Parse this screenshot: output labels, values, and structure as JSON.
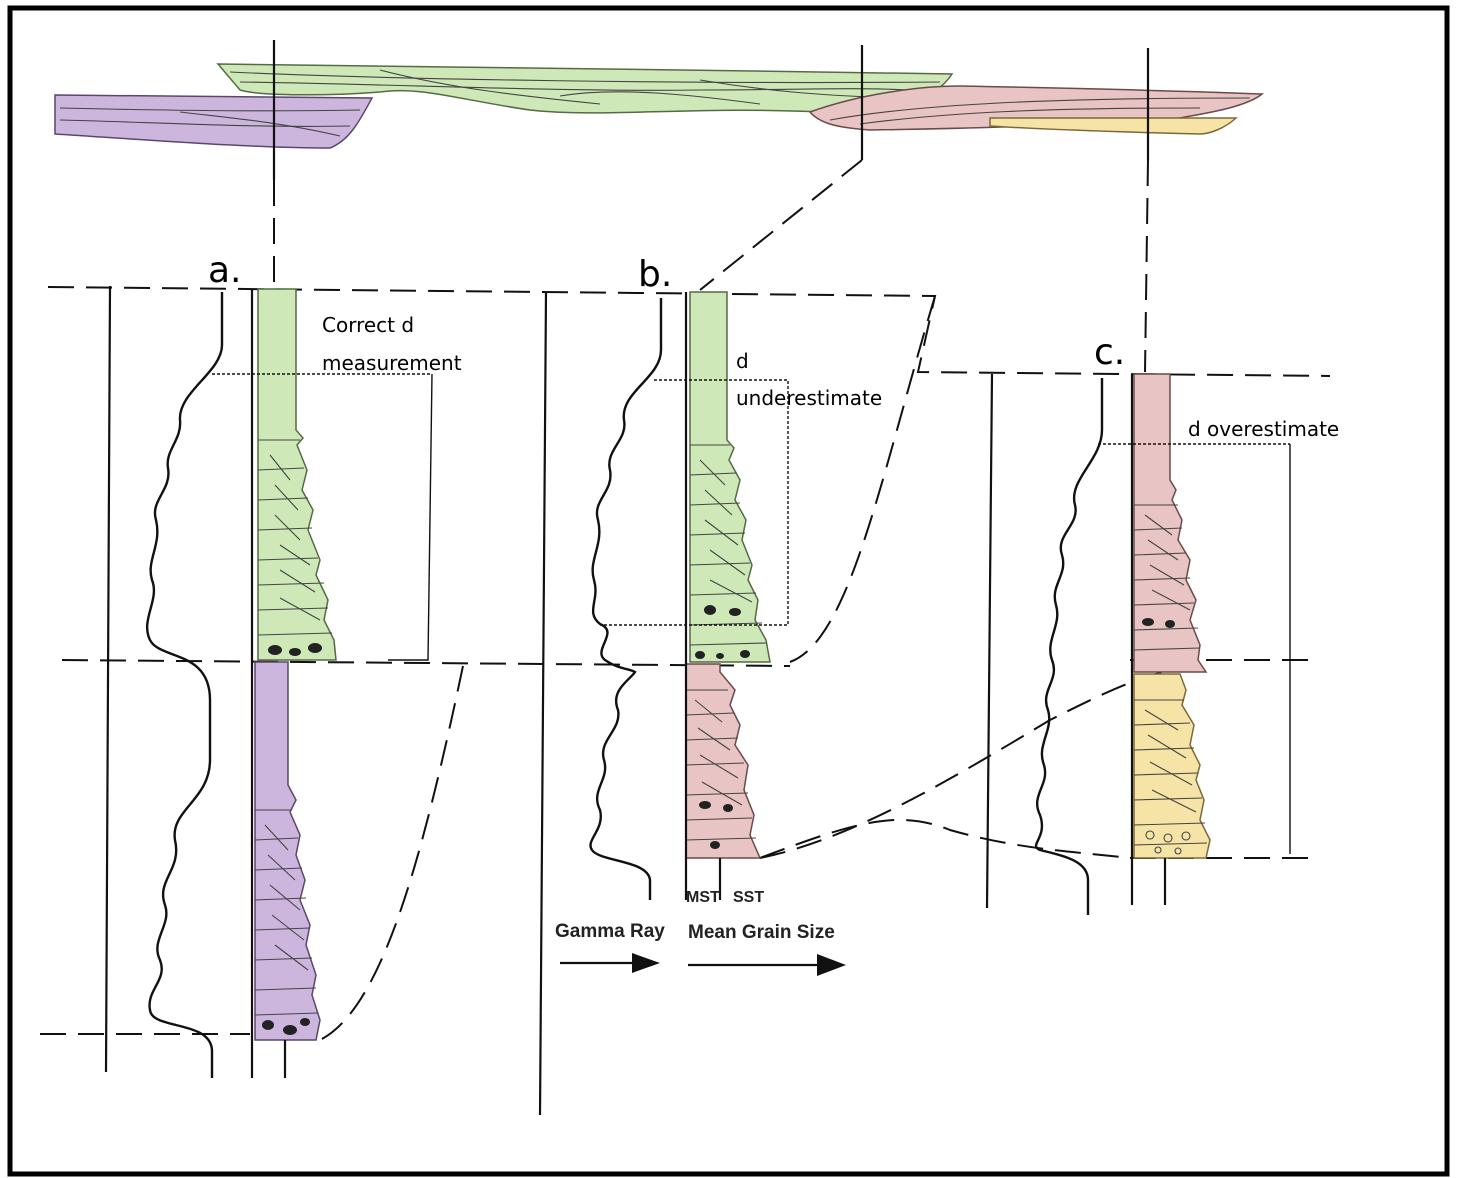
{
  "panels": {
    "a": "a.",
    "b": "b.",
    "c": "c."
  },
  "annotations": {
    "a_line1": "Correct d",
    "a_line2": "measurement",
    "b_line1": "d",
    "b_line2": "underestimate",
    "c_line1": "d overestimate"
  },
  "legend": {
    "mst": "MST",
    "sst": "SST",
    "gamma": "Gamma Ray",
    "grain": "Mean Grain Size"
  },
  "colors": {
    "green": "#cfe8b8",
    "purple": "#cdb6dd",
    "pink": "#e8c4c4",
    "yellow": "#f6e4a6"
  }
}
